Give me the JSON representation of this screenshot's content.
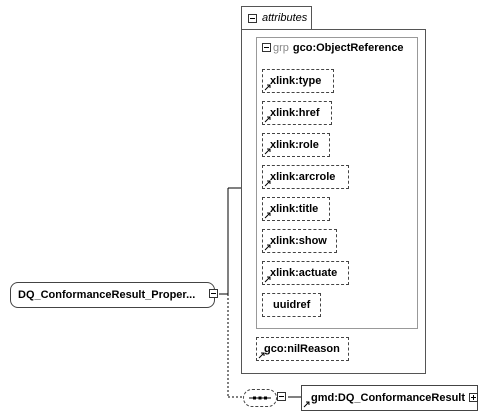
{
  "root_element": {
    "label": "DQ_ConformanceResult_Proper..."
  },
  "attributes_tab": {
    "label": "attributes"
  },
  "group": {
    "kind": "grp",
    "name": "gco:ObjectReference"
  },
  "group_attributes": [
    {
      "label": "xlink:type"
    },
    {
      "label": "xlink:href"
    },
    {
      "label": "xlink:role"
    },
    {
      "label": "xlink:arcrole"
    },
    {
      "label": "xlink:title"
    },
    {
      "label": "xlink:show"
    },
    {
      "label": "xlink:actuate"
    },
    {
      "label": "uuidref"
    }
  ],
  "nil_reason": {
    "label": "gco:nilReason"
  },
  "child_element": {
    "label": "gmd:DQ_ConformanceResult"
  }
}
